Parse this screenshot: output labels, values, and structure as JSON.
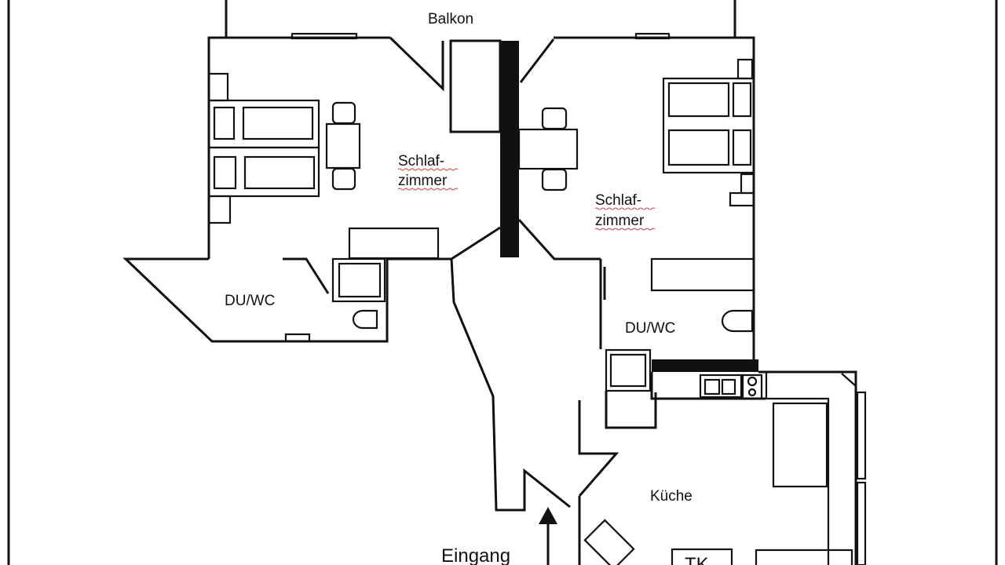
{
  "plan": {
    "rooms": {
      "balcony": "Balkon",
      "bedroom_left_1": "Schlaf-",
      "bedroom_left_2": "zimmer",
      "bedroom_right_1": "Schlaf-",
      "bedroom_right_2": "zimmer",
      "bath_left": "DU/WC",
      "bath_right": "DU/WC",
      "kitchen": "Küche",
      "entrance": "Eingang",
      "tk": "TK"
    },
    "colors": {
      "line": "#111111",
      "background": "#ffffff",
      "spellcheck": "#cc4444"
    }
  }
}
